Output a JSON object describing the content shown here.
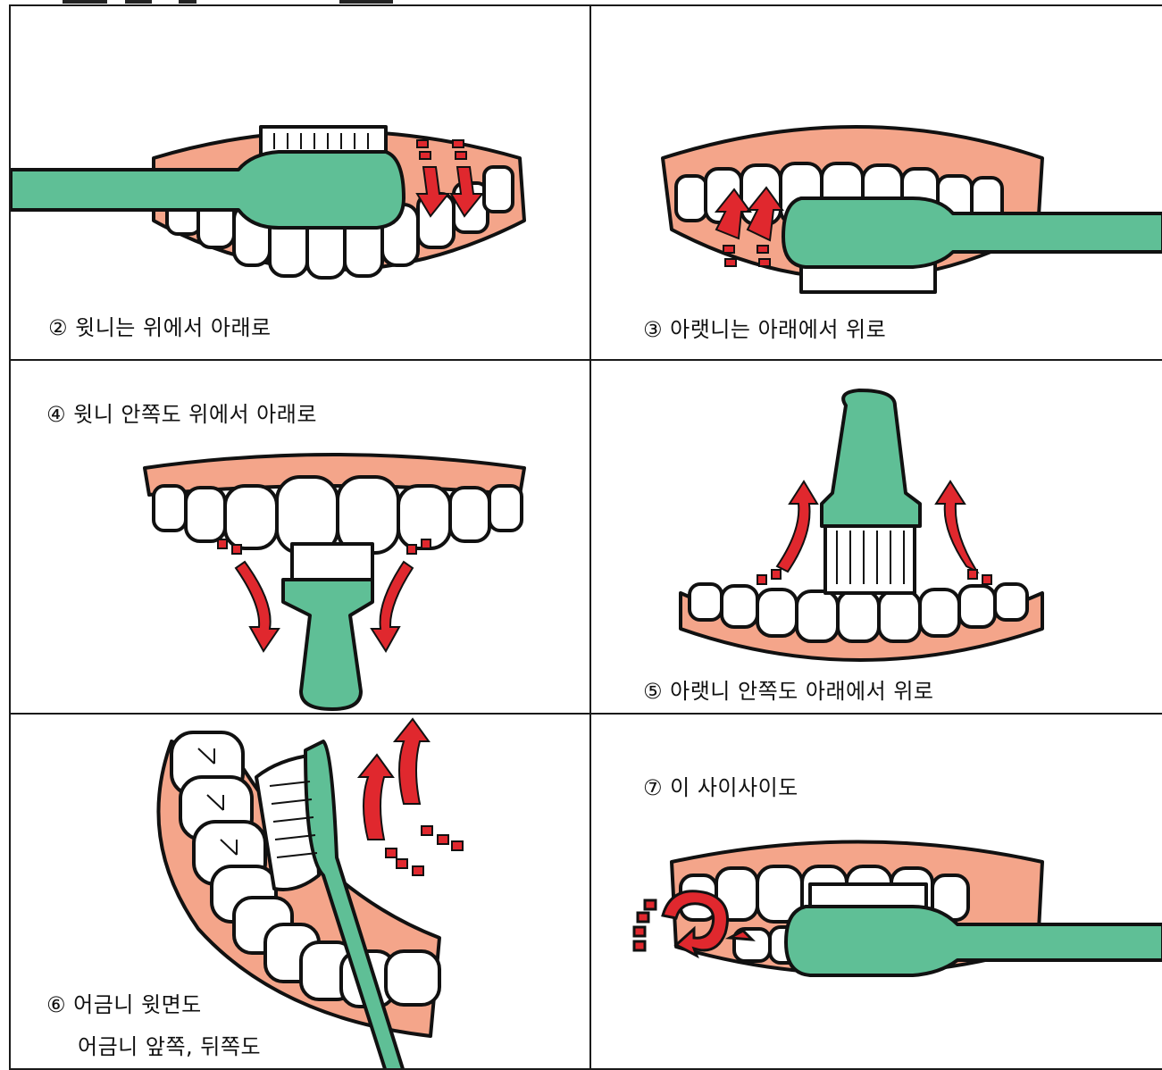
{
  "captions": {
    "c2": "② 윗니는 위에서 아래로",
    "c3": "③ 아랫니는 아래에서 위로",
    "c4": "④ 윗니 안쪽도 위에서 아래로",
    "c5": "⑤ 아랫니 안쪽도 아래에서 위로",
    "c6_line1": "⑥ 어금니 윗면도",
    "c6_line2": "어금니 앞쪽, 뒤쪽도",
    "c7": "⑦ 이 사이사이도"
  },
  "colors": {
    "gum": "#f4a58a",
    "brush": "#5fbf96",
    "arrow": "#e0282e",
    "outline": "#111111",
    "tooth": "#ffffff"
  },
  "icons": [
    "toothbrush-icon",
    "teeth-icon",
    "arrow-down-icon",
    "arrow-up-icon",
    "circular-arrow-icon"
  ]
}
